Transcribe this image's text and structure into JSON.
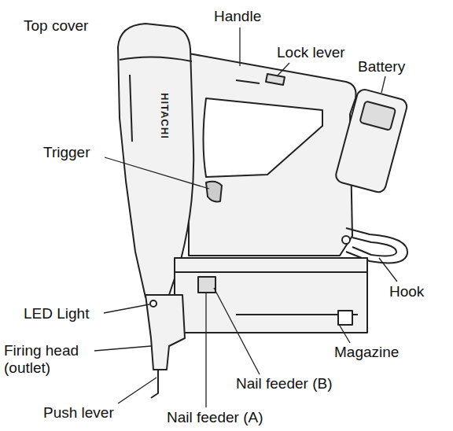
{
  "diagram": {
    "labels": [
      "Top cover",
      "Handle",
      "Lock lever",
      "Battery",
      "Trigger",
      "Hook",
      "LED Light",
      "Firing head (outlet)",
      "Magazine",
      "Nail feeder (B)",
      "Push lever",
      "Nail feeder (A)",
      "HITACHI"
    ]
  }
}
